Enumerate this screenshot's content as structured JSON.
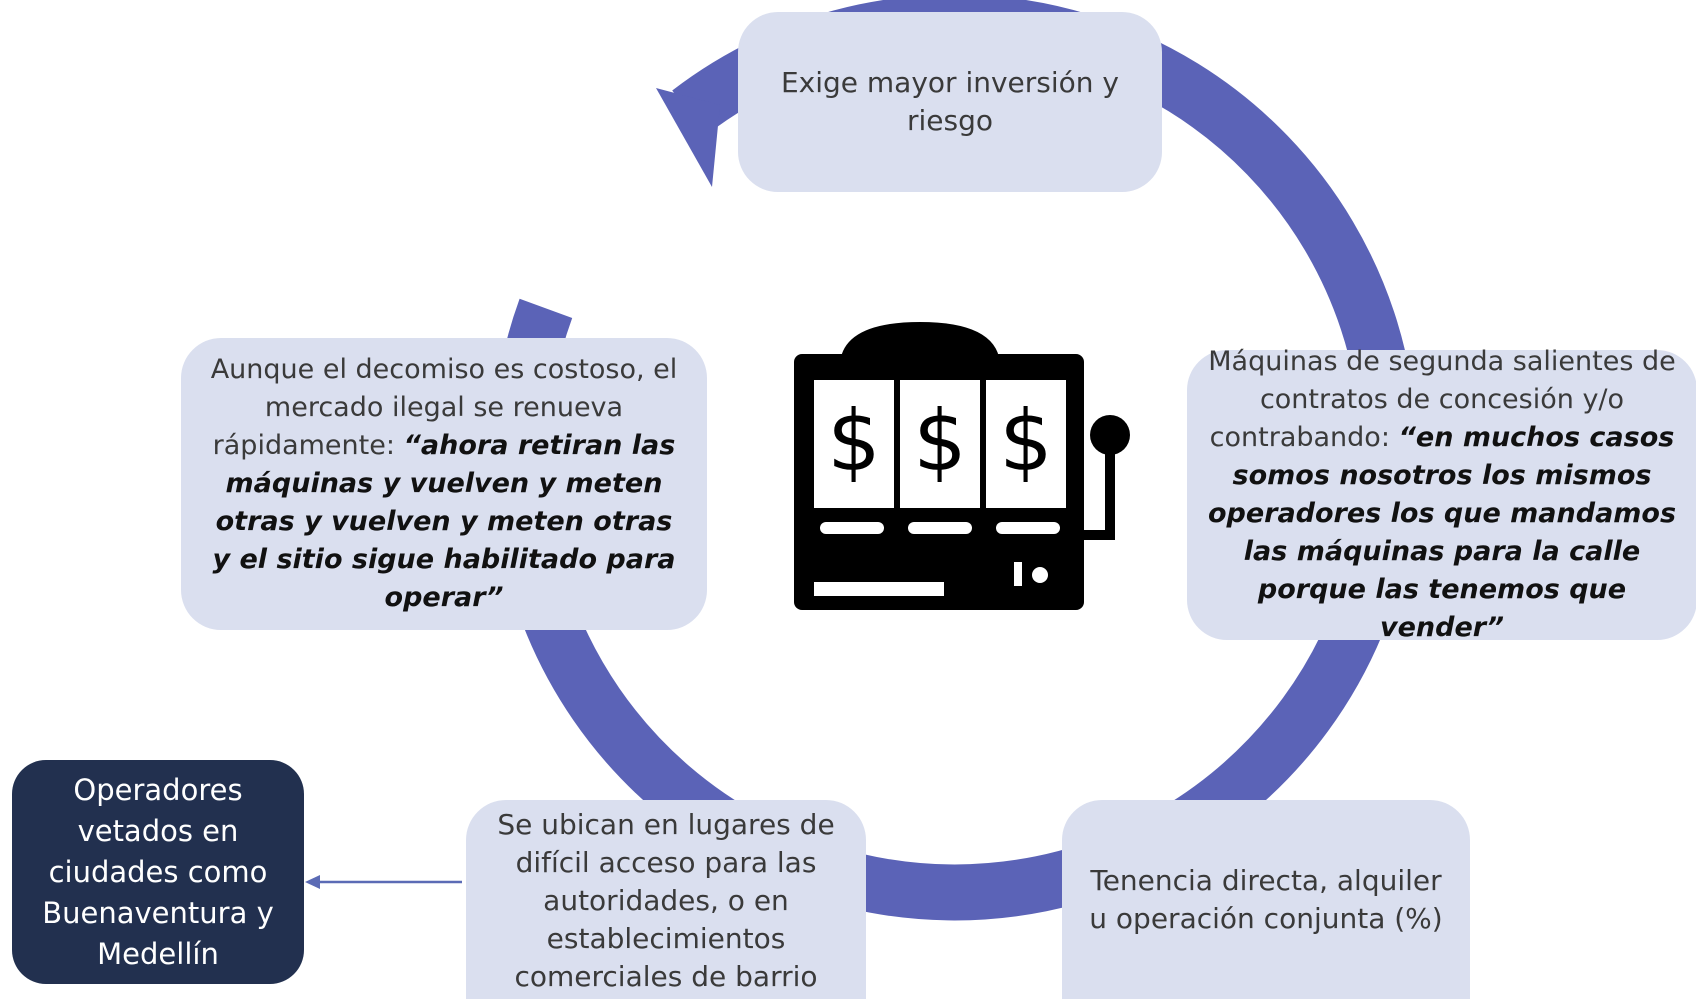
{
  "cycle": {
    "top": {
      "text": "Exige mayor inversión y riesgo"
    },
    "right": {
      "text": "Máquinas de segunda salientes de contratos de concesión y/o contrabando: ",
      "quote": "“en muchos casos somos nosotros los mismos operadores los que mandamos las máquinas para la calle porque las tenemos que vender”"
    },
    "bottom_right": {
      "text": "Tenencia directa, alquiler u operación conjunta (%)"
    },
    "bottom_left": {
      "text": "Se ubican en lugares de difícil acceso para las autoridades, o en establecimientos comerciales de barrio"
    },
    "left": {
      "text": "Aunque el decomiso es costoso, el mercado ilegal se renueva rápidamente: ",
      "quote": "“ahora retiran las máquinas y vuelven y meten otras y vuelven y meten otras y el sitio sigue habilitado para operar”"
    }
  },
  "side_note": {
    "text": "Operadores vetados en ciudades como Buenaventura y Medellín"
  },
  "center_icon": {
    "name": "slot-machine-icon",
    "symbols": [
      "$",
      "$",
      "$"
    ]
  },
  "colors": {
    "cycle_arrow": "#5b63b7",
    "box_fill": "#dadfef",
    "dark_box_fill": "#22304f",
    "connector_arrow": "#5b6bb5"
  }
}
